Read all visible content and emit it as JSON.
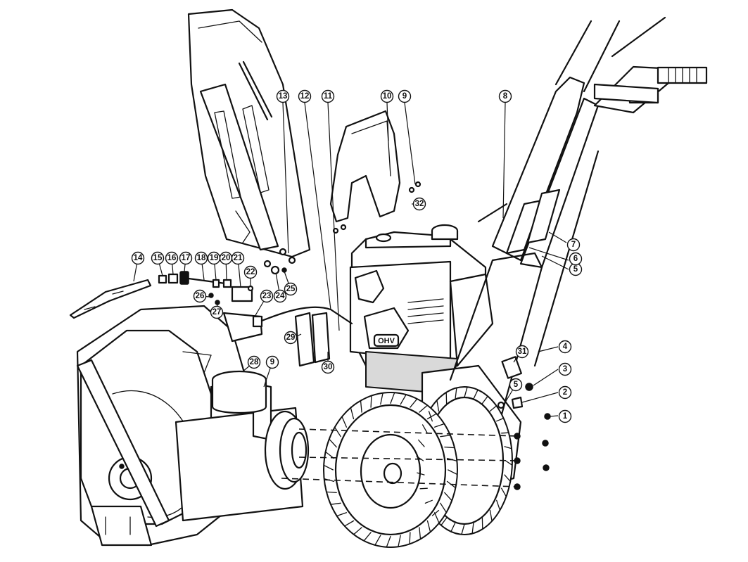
{
  "diagram": {
    "callouts": [
      {
        "id": "c1",
        "label": "1"
      },
      {
        "id": "c2",
        "label": "2"
      },
      {
        "id": "c3",
        "label": "3"
      },
      {
        "id": "c4",
        "label": "4"
      },
      {
        "id": "c5a",
        "label": "5"
      },
      {
        "id": "c5b",
        "label": "5"
      },
      {
        "id": "c6",
        "label": "6"
      },
      {
        "id": "c7",
        "label": "7"
      },
      {
        "id": "c8",
        "label": "8"
      },
      {
        "id": "c9a",
        "label": "9"
      },
      {
        "id": "c9b",
        "label": "9"
      },
      {
        "id": "c10",
        "label": "10"
      },
      {
        "id": "c11",
        "label": "11"
      },
      {
        "id": "c12",
        "label": "12"
      },
      {
        "id": "c13",
        "label": "13"
      },
      {
        "id": "c14",
        "label": "14"
      },
      {
        "id": "c15",
        "label": "15"
      },
      {
        "id": "c16",
        "label": "16"
      },
      {
        "id": "c17",
        "label": "17"
      },
      {
        "id": "c18",
        "label": "18"
      },
      {
        "id": "c19",
        "label": "19"
      },
      {
        "id": "c20",
        "label": "20"
      },
      {
        "id": "c21",
        "label": "21"
      },
      {
        "id": "c22",
        "label": "22"
      },
      {
        "id": "c23",
        "label": "23"
      },
      {
        "id": "c24",
        "label": "24"
      },
      {
        "id": "c25",
        "label": "25"
      },
      {
        "id": "c26",
        "label": "26"
      },
      {
        "id": "c27",
        "label": "27"
      },
      {
        "id": "c28",
        "label": "28"
      },
      {
        "id": "c29",
        "label": "29"
      },
      {
        "id": "c30",
        "label": "30"
      },
      {
        "id": "c31",
        "label": "31"
      },
      {
        "id": "c32",
        "label": "32"
      }
    ],
    "engine_badge": "OHV"
  }
}
